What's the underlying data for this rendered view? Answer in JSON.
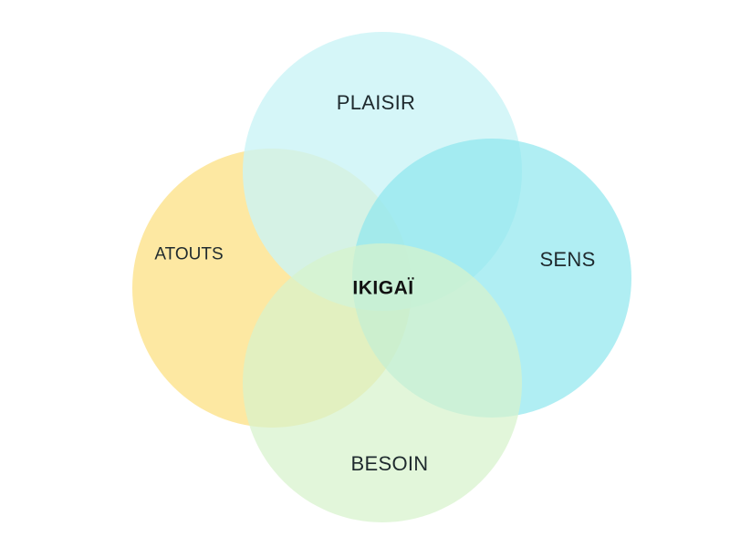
{
  "diagram": {
    "circles": [
      {
        "id": "plaisir",
        "label": "PLAISIR",
        "color": "#cbf4f6"
      },
      {
        "id": "sens",
        "label": "SENS",
        "color": "#8ae6ee"
      },
      {
        "id": "besoin",
        "label": "BESOIN",
        "color": "#d7f3cc"
      },
      {
        "id": "atouts",
        "label": "ATOUTS",
        "color": "#fde595"
      }
    ],
    "center_label": "IKIGAÏ"
  }
}
